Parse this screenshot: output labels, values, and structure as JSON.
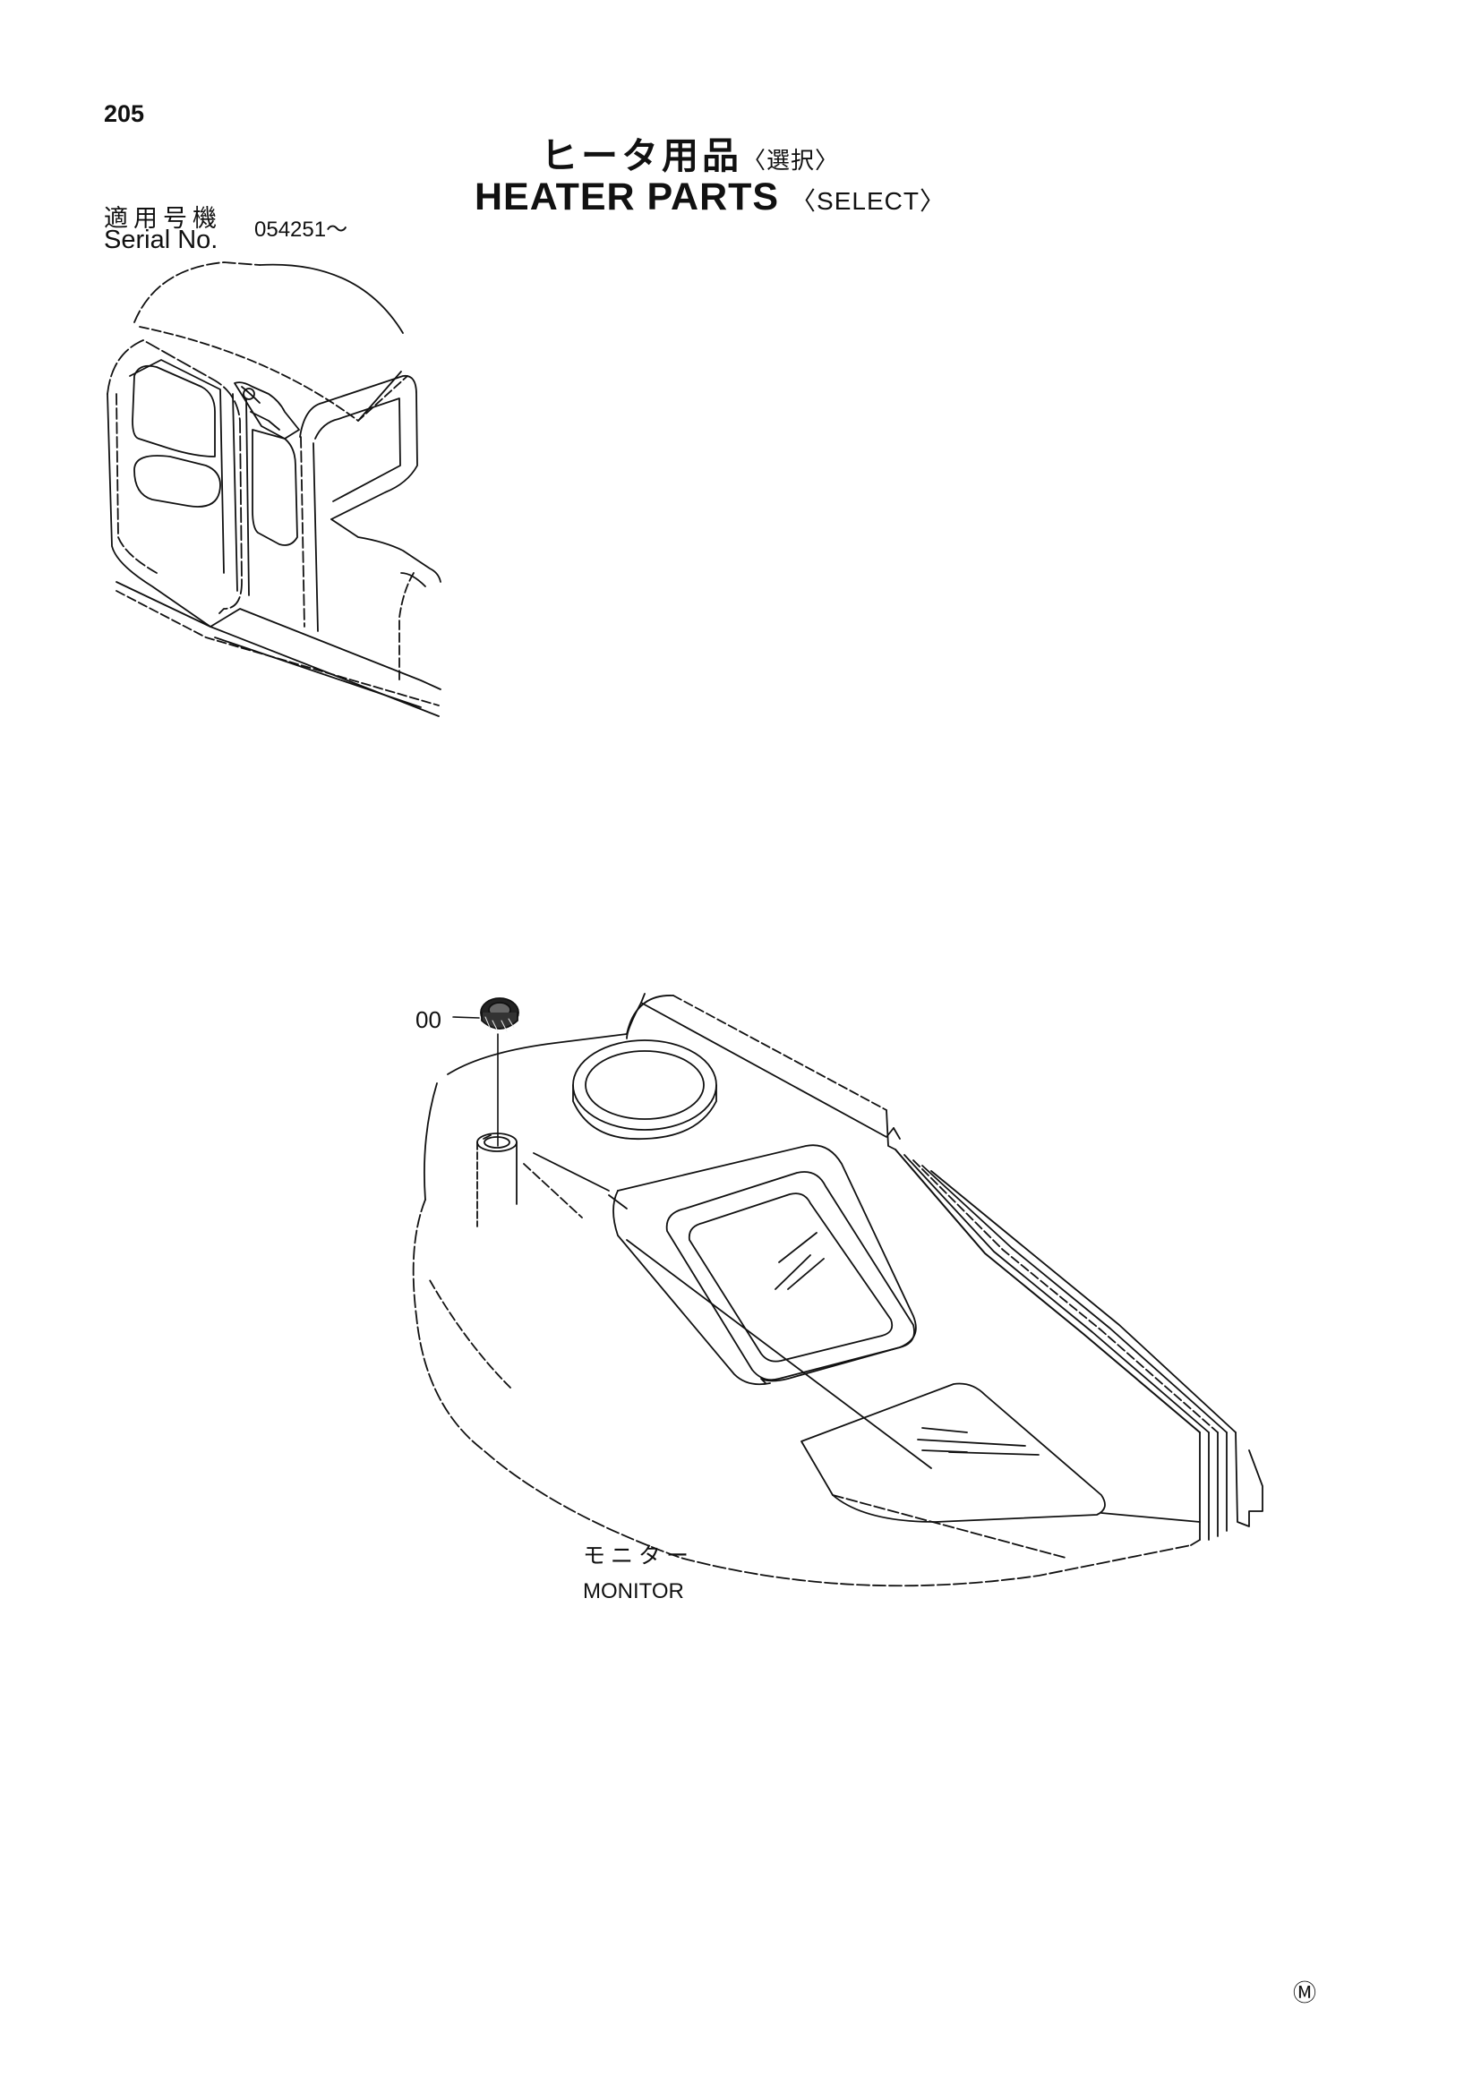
{
  "page": {
    "number": "205",
    "title_jp": "ヒータ用品",
    "title_jp_select": "〈選択〉",
    "title_en": "HEATER PARTS",
    "title_en_select": "〈SELECT〉"
  },
  "serial": {
    "label_jp": "適用号機",
    "label_en": "Serial No.",
    "value": "054251～"
  },
  "parts": {
    "callout": "00",
    "component_label_jp": "モニター",
    "component_label_en": "MONITOR"
  },
  "footer": {
    "mark": "Ⓜ"
  },
  "colors": {
    "ink": "#111111",
    "paper": "#ffffff"
  }
}
